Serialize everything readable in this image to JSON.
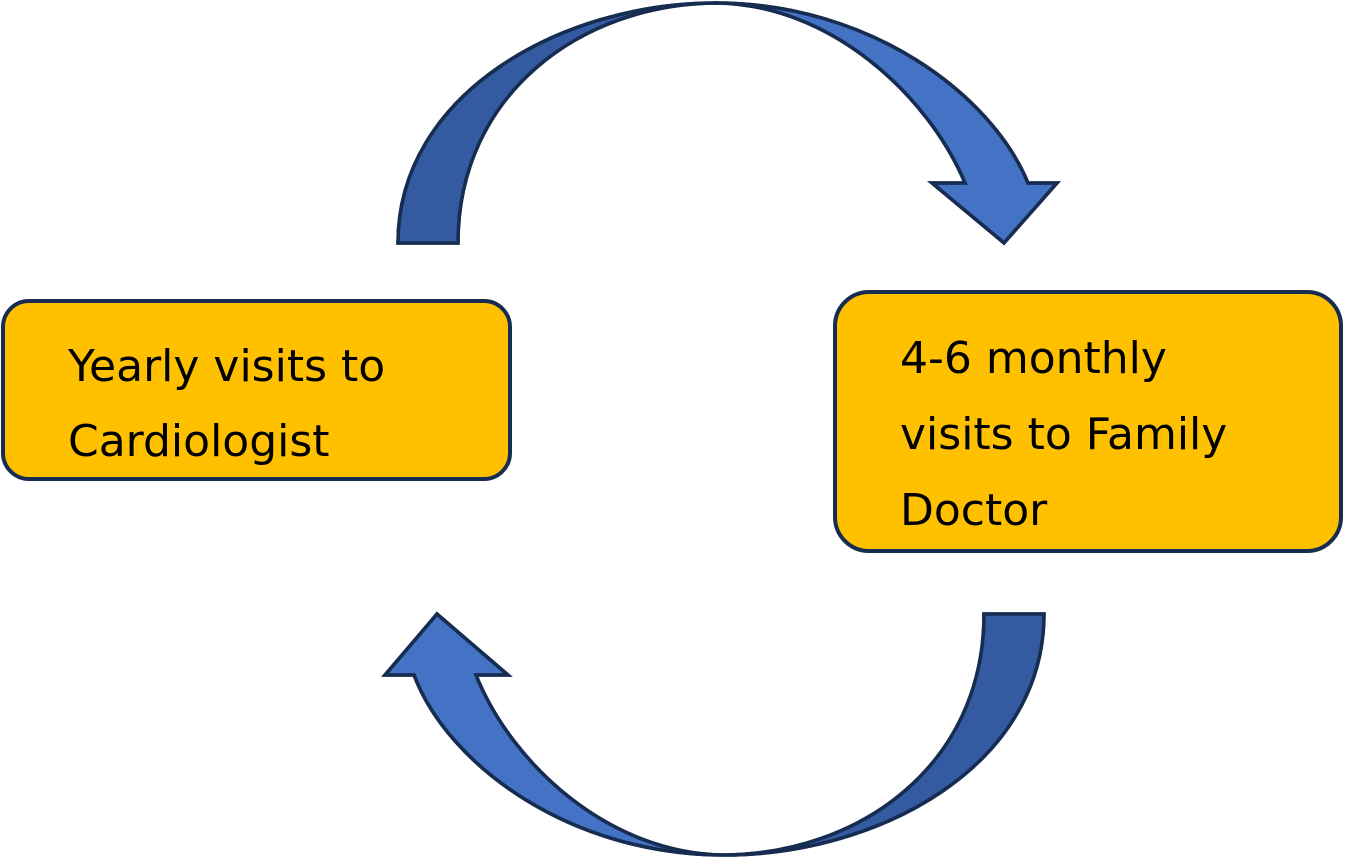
{
  "diagram": {
    "nodes": [
      {
        "id": "cardiologist",
        "lines": [
          "Yearly visits to",
          "Cardiologist"
        ]
      },
      {
        "id": "family-doctor",
        "lines": [
          "4-6 monthly",
          "visits to Family",
          "Doctor"
        ]
      }
    ],
    "edges": [
      {
        "from": "cardiologist",
        "to": "family-doctor"
      },
      {
        "from": "family-doctor",
        "to": "cardiologist"
      }
    ],
    "colors": {
      "box_fill": "#ffc000",
      "box_stroke": "#172c51",
      "arrow_fill": "#4472c4",
      "arrow_shadow": "#2f5597",
      "text": "#000000"
    }
  }
}
